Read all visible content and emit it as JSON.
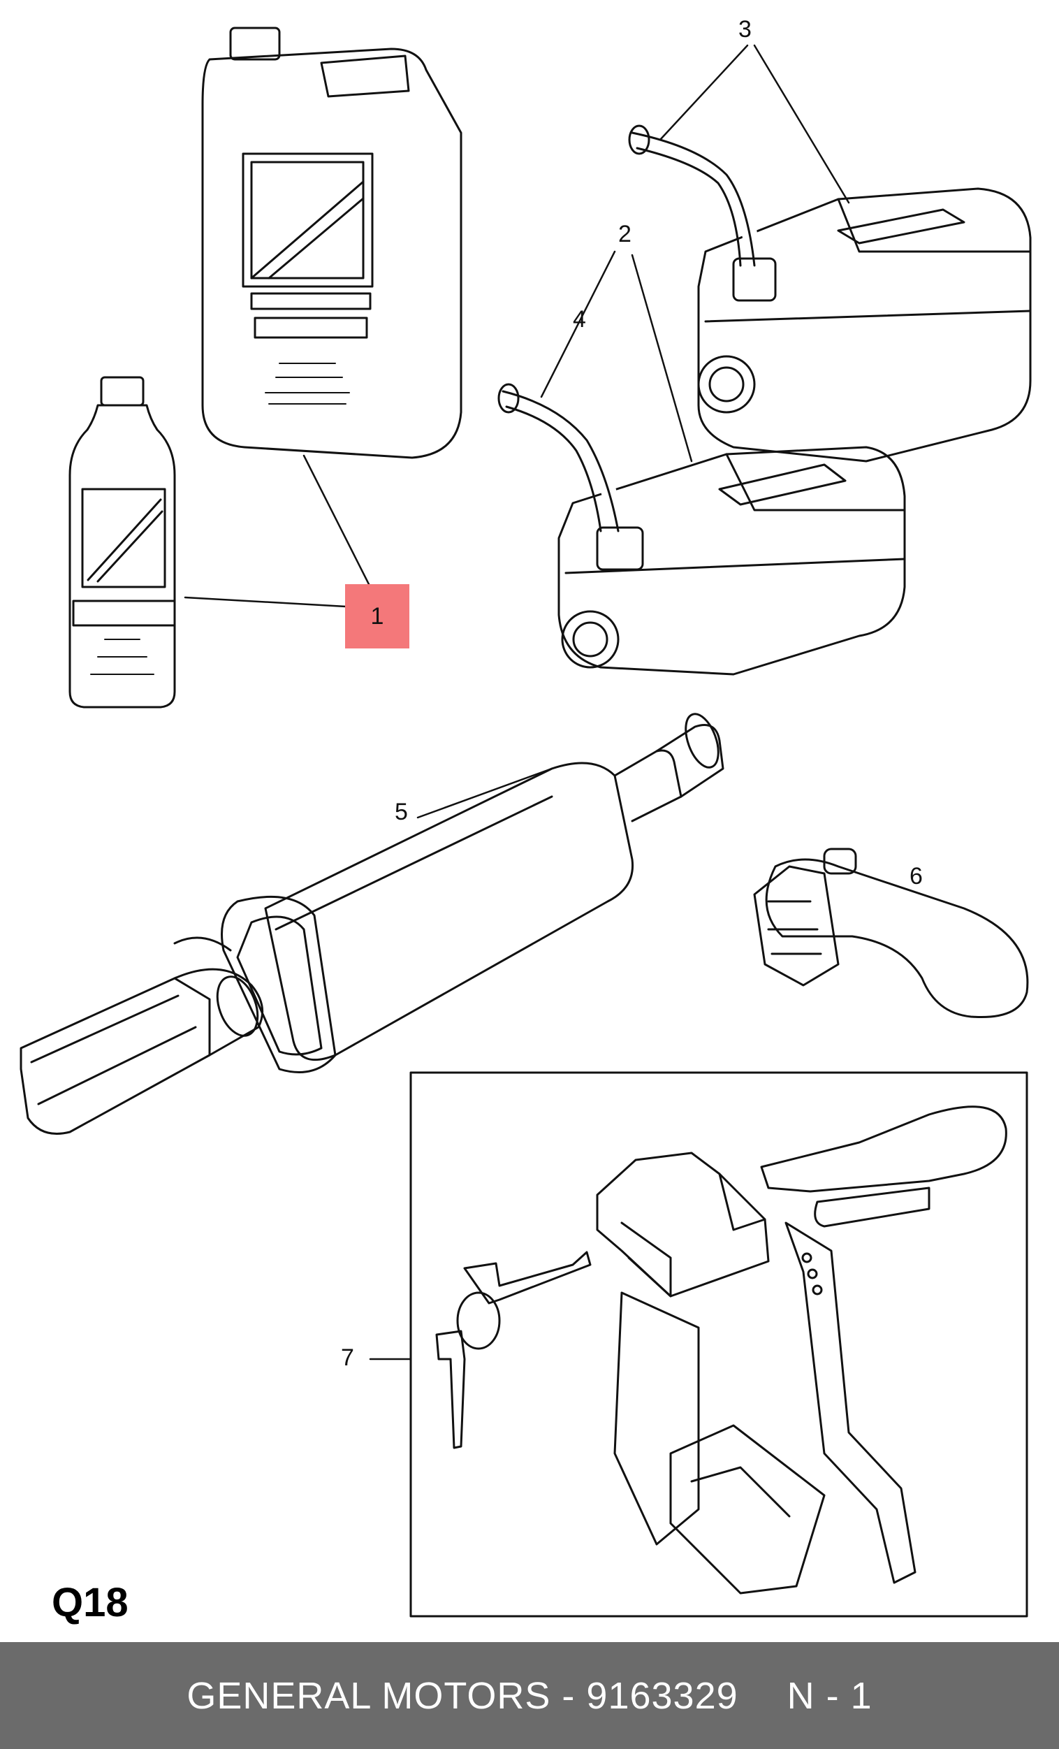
{
  "callouts": {
    "c1": "1",
    "c2": "2",
    "c3": "3",
    "c4": "4",
    "c5": "5",
    "c6": "6",
    "c7": "7"
  },
  "page_code": "Q18",
  "footer": {
    "brand_part": "GENERAL MOTORS - 9163329",
    "position": "N - 1"
  },
  "colors": {
    "highlight": "#f4787a",
    "footer_bg": "#6b6b6b",
    "footer_text": "#ffffff",
    "line": "#111111"
  }
}
